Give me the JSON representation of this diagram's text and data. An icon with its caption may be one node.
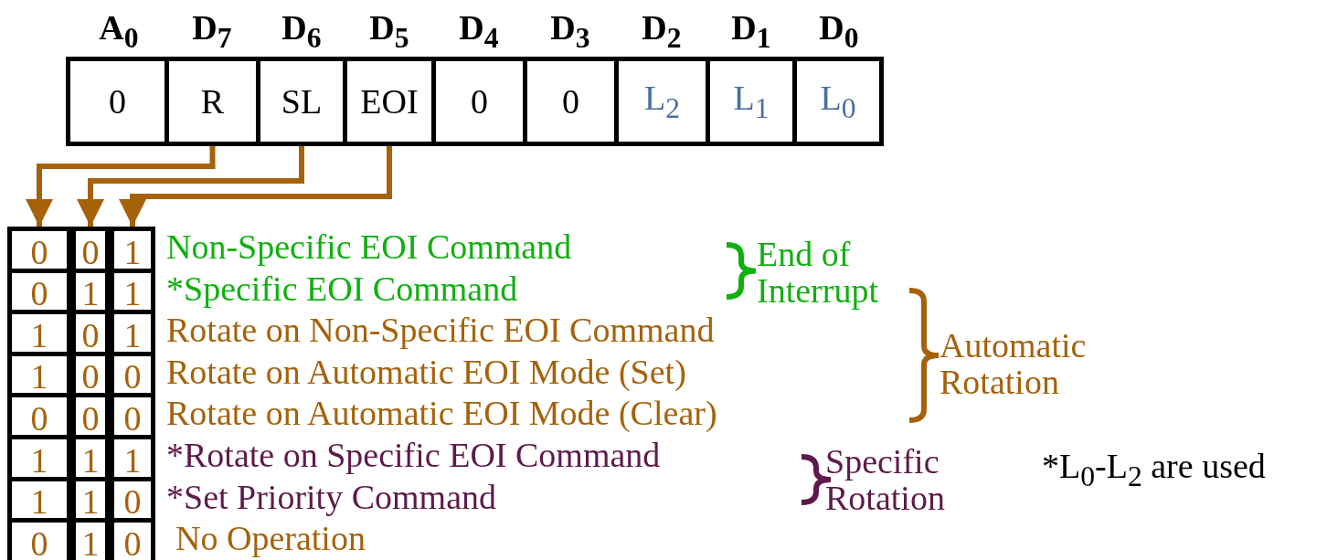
{
  "diagram": {
    "nodes": [
      {
        "text": [
          "0"
        ]
      },
      {
        "text": [
          "R"
        ]
      },
      {
        "text": [
          "SL"
        ]
      },
      {
        "text": [
          "EOI"
        ]
      },
      {
        "text": [
          "0"
        ]
      },
      {
        "text": [
          "0"
        ]
      },
      {
        "text": [
          "L$_{2}$"
        ]
      },
      {
        "text": [
          "L$_{1}$"
        ]
      },
      {
        "text": [
          "L$_{0}$"
        ]
      },
      {
        "text": [
          "0",
          "0",
          "1",
          "1",
          "0",
          "1",
          "1",
          "0"
        ]
      },
      {
        "text": [
          "0",
          "1",
          "0",
          "0",
          "0",
          "1",
          "1",
          "1"
        ]
      },
      {
        "text": [
          "1",
          "1",
          "1",
          "0",
          "0",
          "1",
          "0",
          "0"
        ]
      }
    ],
    "edges": [
      {
        "from": 1,
        "to": 9,
        "arrow": "to"
      },
      {
        "from": 2,
        "to": 10,
        "arrow": "to"
      },
      {
        "from": 3,
        "to": 11,
        "arrow": "to"
      }
    ],
    "labels": [
      "A$_{0}$",
      "D$_{7}$",
      "D$_{6}$",
      "D$_{5}$",
      "D$_{4}$",
      "D$_{3}$",
      "D$_{2}$",
      "D$_{1}$",
      "D$_{0}$",
      "Non-Specific EOI Command",
      "*Specific EOI Command",
      "End of Interrupt",
      "Rotate on Non-Specific EOI Command",
      "Rotate on Automatic EOI Mode (Set)",
      "Rotate on Automatic EOI Mode (Clear)",
      "Automatic Rotation",
      "*Rotate on Specific EOI Command",
      "*Set Priority Command",
      "Specific Rotation",
      "*L$_{0}$-L$_{2}$ are used",
      "No Operation"
    ]
  }
}
